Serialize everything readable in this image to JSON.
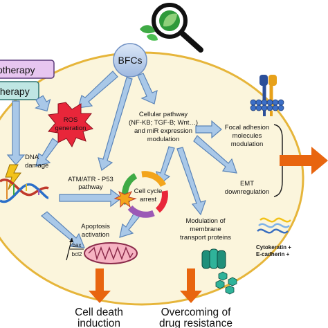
{
  "colors": {
    "ellipse_fill": "#fbf5dc",
    "ellipse_stroke": "#e6b53a",
    "blue_arrow": "#a9c8e8",
    "blue_arrow_stroke": "#5a84b8",
    "orange_arrow": "#e8650f",
    "ros_burst": "#e8263a",
    "therapy_1": "#e7c6f0",
    "therapy_2": "#bfe6e3",
    "bfc_fill": "#bcd0ec"
  },
  "icons": [
    "magnifier-leaf-icon",
    "ros-burst-icon",
    "dna-helix-icon",
    "lightning-icon",
    "cell-cycle-icon",
    "mitochondrion-icon",
    "integrin-receptor-icon",
    "membrane-transporter-icon",
    "cytokeratin-icon"
  ],
  "therapy_boxes": [
    {
      "label": "otherapy"
    },
    {
      "label": "therapy"
    }
  ],
  "center": {
    "label": "BFCs"
  },
  "ros": {
    "line1": "ROS",
    "line2": "generation"
  },
  "dna": {
    "line1": "DNA",
    "line2": "damage"
  },
  "atm": {
    "line1": "ATM/ATR - P53",
    "line2": "pathway"
  },
  "cell_cycle": {
    "line1": "Cell cycle",
    "line2": "arrest"
  },
  "cellular_pathway": {
    "line1": "Cellular pathway",
    "line2": "(NF-KB; TGF-B; Wnt…)",
    "line3": "and miR expression",
    "line4": "modulation"
  },
  "focal": {
    "line1": "Focal adhesion",
    "line2": "molecules",
    "line3": "modulation"
  },
  "emt": {
    "line1": "EMT",
    "line2": "downregulation"
  },
  "apoptosis": {
    "line1": "Apoptosis",
    "line2": "activation"
  },
  "bax_bcl2": {
    "top": "bax",
    "bottom": "bcl2"
  },
  "membrane": {
    "line1": "Modulation of",
    "line2": "membrane",
    "line3": "transport proteins"
  },
  "cytokeratin": {
    "line1": "Cytokeratin +",
    "line2": "E-cadherin +"
  },
  "outcomes": {
    "cell_death_1": "Cell death",
    "cell_death_2": "induction",
    "resistance_1": "Overcoming of",
    "resistance_2": "drug resistance"
  }
}
